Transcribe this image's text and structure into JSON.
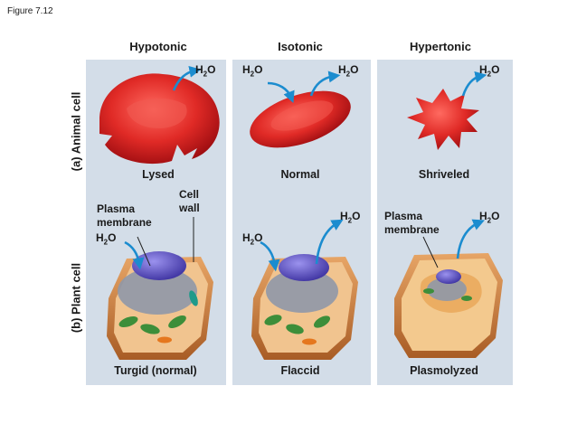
{
  "figure_label": "Figure 7.12",
  "columns": {
    "hypotonic": "Hypotonic",
    "isotonic": "Isotonic",
    "hypertonic": "Hypertonic"
  },
  "rows": {
    "animal": "(a) Animal cell",
    "plant": "(b) Plant cell"
  },
  "animal_states": {
    "hypotonic": "Lysed",
    "isotonic": "Normal",
    "hypertonic": "Shriveled"
  },
  "plant_states": {
    "hypotonic": "Turgid (normal)",
    "isotonic": "Flaccid",
    "hypertonic": "Plasmolyzed"
  },
  "annotations": {
    "plasma_membrane": "Plasma membrane",
    "cell_wall": "Cell wall"
  },
  "water": {
    "base": "H",
    "sub": "2",
    "tail": "O"
  },
  "colors": {
    "panel_bg": "#d3dde8",
    "rbc": "#d8151c",
    "arrow": "#1b8ccf",
    "wall": "#c9793b",
    "vacuole": "#8f98a8",
    "nucleus": "#5a4fc0",
    "chloroplast": "#3d8e3a"
  }
}
